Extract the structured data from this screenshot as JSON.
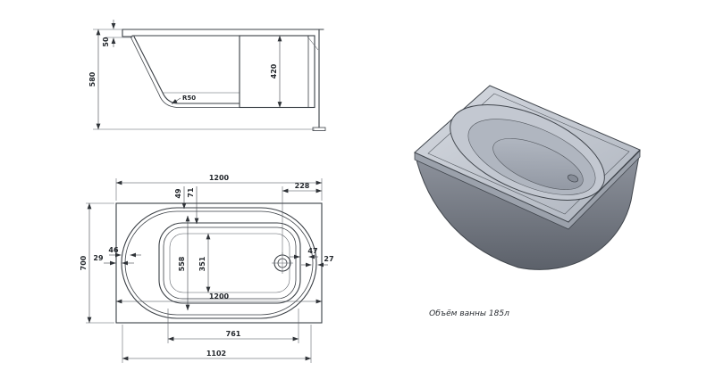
{
  "drawing": {
    "background": "#ffffff",
    "line_color": "#3a3f45"
  },
  "side_view": {
    "dims": {
      "rim_height": "50",
      "overall_height": "580",
      "depth": "420",
      "radius": "R50"
    }
  },
  "top_view": {
    "dims": {
      "length_top": "1200",
      "off_49": "49",
      "off_71": "71",
      "drain_from_end": "228",
      "width": "700",
      "off_29": "29",
      "off_46": "46",
      "inner_width": "558",
      "bottom_width": "351",
      "off_47": "47",
      "off_27": "27",
      "length_mid": "1200",
      "bottom_length": "761",
      "base_length": "1102"
    }
  },
  "iso_view": {
    "caption": "Объём ванны 185л"
  }
}
